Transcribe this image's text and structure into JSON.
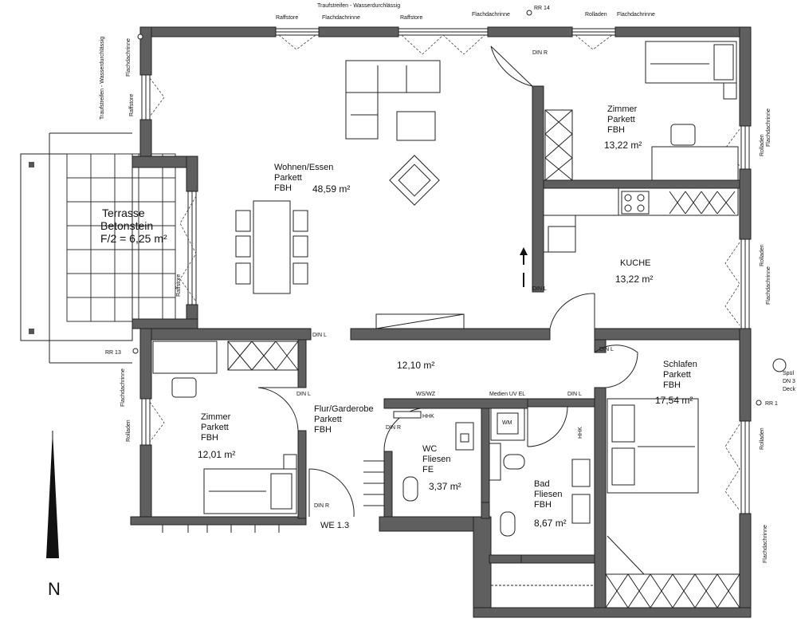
{
  "rooms": {
    "wohnen": {
      "name": "Wohnen/Essen",
      "floor": "Parkett",
      "heat": "FBH",
      "area": "48,59 m²"
    },
    "zimmer_ne": {
      "name": "Zimmer",
      "floor": "Parkett",
      "heat": "FBH",
      "area": "13,22 m²"
    },
    "kueche": {
      "name": "KUCHE",
      "area": "13,22 m²"
    },
    "flur_area": "12,10 m²",
    "schlafen": {
      "name": "Schlafen",
      "floor": "Parkett",
      "heat": "FBH",
      "area": "17,54 m²"
    },
    "zimmer_sw": {
      "name": "Zimmer",
      "floor": "Parkett",
      "heat": "FBH",
      "area": "12,01 m²"
    },
    "flur": {
      "name": "Flur/Garderobe",
      "floor": "Parkett",
      "heat": "FBH"
    },
    "wc": {
      "name": "WC",
      "floor": "Fliesen",
      "heat": "FE",
      "area": "3,37 m²"
    },
    "bad": {
      "name": "Bad",
      "floor": "Fliesen",
      "heat": "FBH",
      "area": "8,67 m²"
    },
    "terrasse": {
      "name": "Terrasse",
      "floor": "Betonstein",
      "area": "F/2 = 6,25 m²"
    }
  },
  "annotations": {
    "traufstreifen_top": "Traufstreifen - Wasserdurchlässig",
    "traufstreifen_left": "Traufstreifen - Wasserdurchlässig",
    "raffstore": "Raffstore",
    "flachdachrinne": "Flachdachrinne",
    "rolladen": "Rolladen",
    "rr14": "RR 14",
    "rr13": "RR 13",
    "rr1": "RR 1",
    "din_r": "DIN R",
    "din_l": "DIN L",
    "ws_wz": "WS/WZ",
    "medien": "Medien UV EL",
    "hhk": "HHK",
    "wm": "WM",
    "we": "WE 1.3",
    "spuel": "Spül",
    "dn": "DN 3",
    "deck": "Deck"
  },
  "north_label": "N"
}
